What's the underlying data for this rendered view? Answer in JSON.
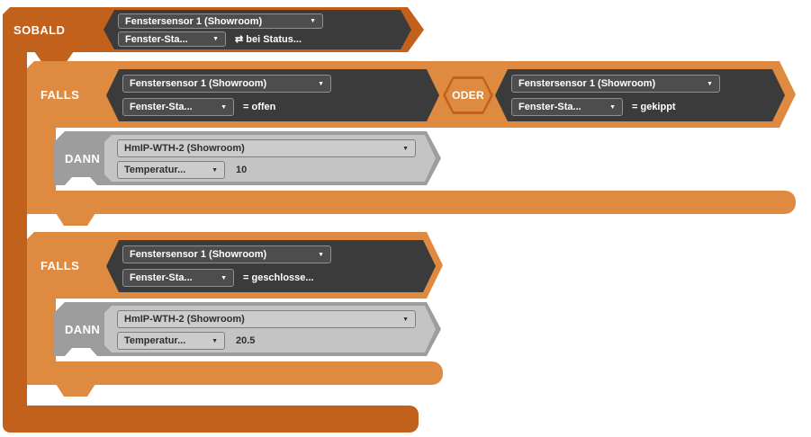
{
  "colors": {
    "outer_block": "#c2611b",
    "falls_block": "#de8b41",
    "condition_block": "#3b3b3b",
    "action_block_outer": "#9d9d9d",
    "action_block_inner": "#c4c4c4"
  },
  "icons": {
    "dropdown_caret": "▼"
  },
  "sobald": {
    "label": "SOBALD",
    "trigger": {
      "device": "Fenstersensor 1 (Showroom)",
      "channel": "Fenster-Sta...",
      "event": "⇄ bei Status..."
    }
  },
  "falls1": {
    "label": "FALLS",
    "operator": "ODER",
    "condition1": {
      "device": "Fenstersensor 1 (Showroom)",
      "channel": "Fenster-Sta...",
      "comparison": "= offen"
    },
    "condition2": {
      "device": "Fenstersensor 1 (Showroom)",
      "channel": "Fenster-Sta...",
      "comparison": "= gekippt"
    },
    "then": {
      "label": "DANN",
      "device": "HmIP-WTH-2 (Showroom)",
      "channel": "Temperatur...",
      "value": "10"
    }
  },
  "falls2": {
    "label": "FALLS",
    "condition1": {
      "device": "Fenstersensor 1 (Showroom)",
      "channel": "Fenster-Sta...",
      "comparison": "= geschlosse..."
    },
    "then": {
      "label": "DANN",
      "device": "HmIP-WTH-2 (Showroom)",
      "channel": "Temperatur...",
      "value": "20.5"
    }
  }
}
